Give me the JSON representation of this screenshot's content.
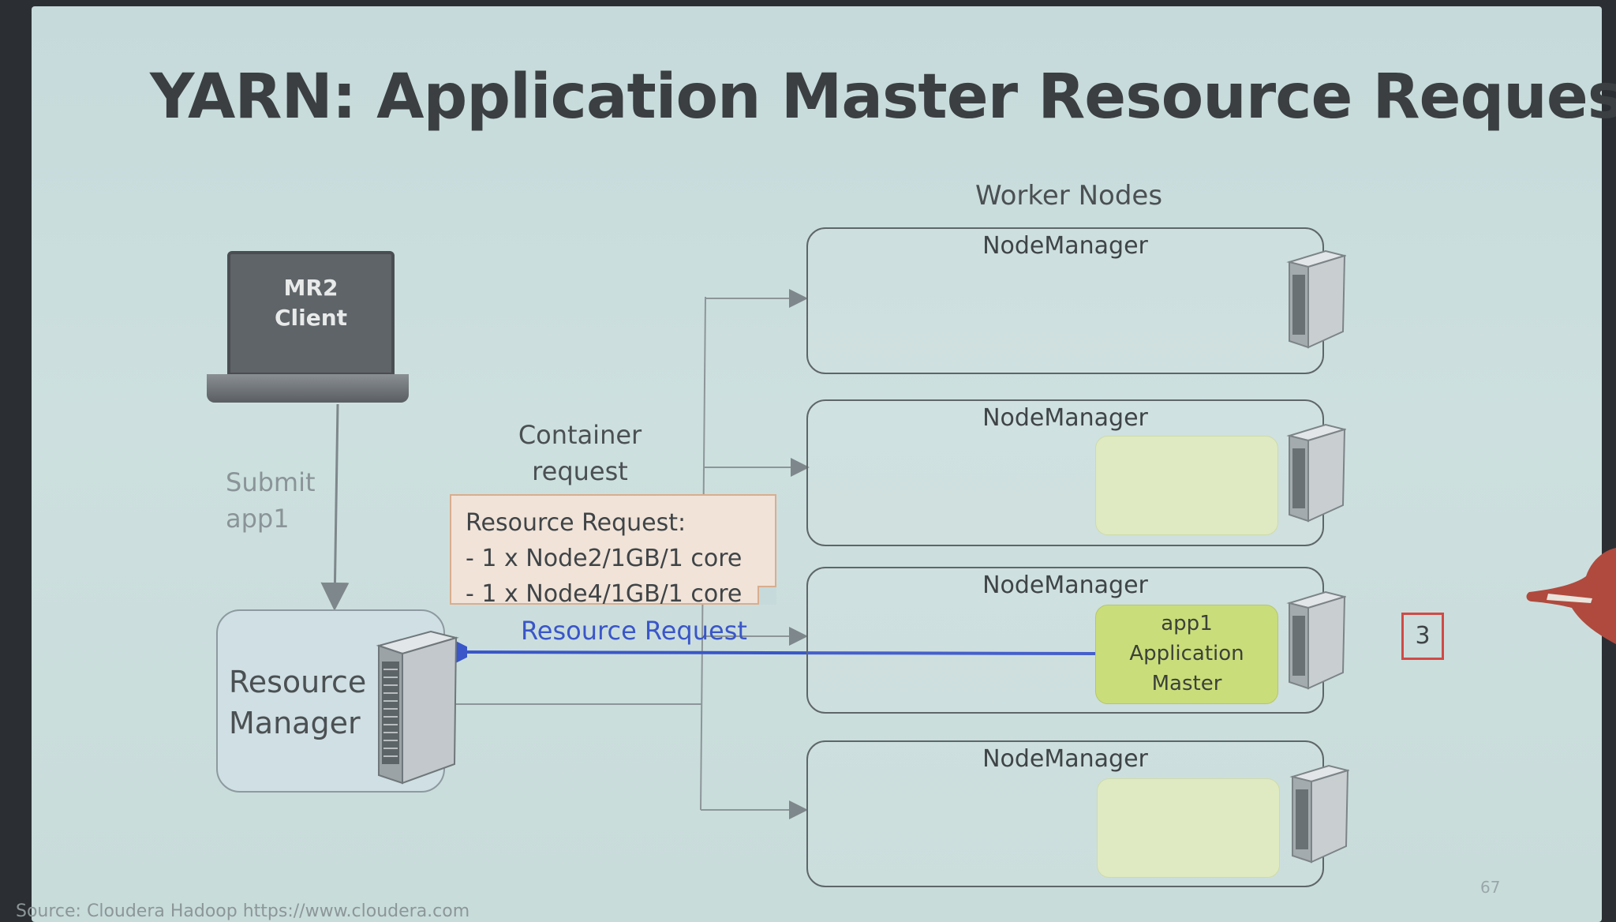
{
  "title": "YARN: Application Master Resource Request",
  "worker_nodes_label": "Worker Nodes",
  "client": {
    "line1": "MR2",
    "line2": "Client"
  },
  "submit_label": {
    "line1": "Submit",
    "line2": "app1"
  },
  "container_request_label": {
    "line1": "Container",
    "line2": "request"
  },
  "resource_manager": {
    "line1": "Resource",
    "line2": "Manager"
  },
  "node_manager_label": "NodeManager",
  "note": {
    "heading": "Resource Request:",
    "items": [
      "- 1 x Node2/1GB/1 core",
      "- 1 x Node4/1GB/1 core"
    ]
  },
  "resource_request_arrow_label": "Resource Request",
  "app_master": {
    "line1": "app1",
    "line2": "Application",
    "line3": "Master"
  },
  "step_badge": "3",
  "page_number": "67",
  "source": "Source: Cloudera Hadoop https://www.cloudera.com",
  "colors": {
    "arrow_blue": "#3a56c8",
    "container_green": "#cadd7b",
    "badge_red": "#d04a46"
  }
}
